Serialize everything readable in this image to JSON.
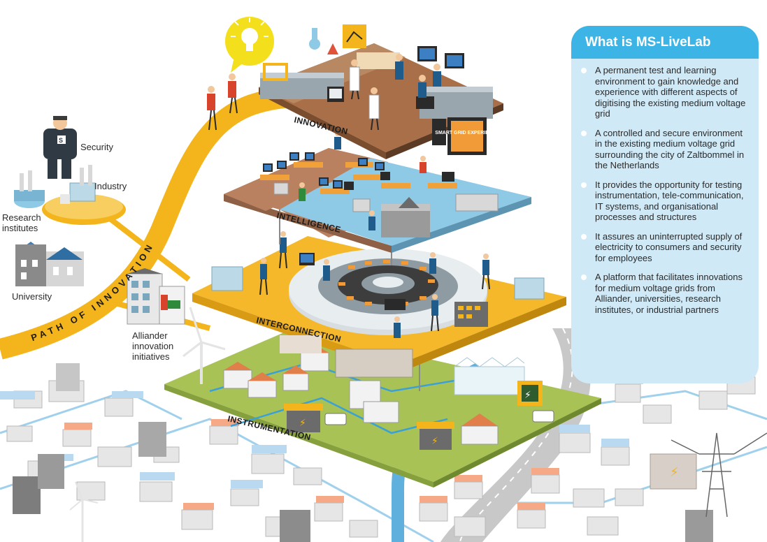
{
  "info_panel": {
    "title": "What is MS-LiveLab",
    "items": [
      "A permanent test and learning environment to gain knowledge and experience with different aspects of digitising the existing medium voltage grid",
      "A controlled and secure environment in the existing medium voltage grid surrounding the city of Zaltbommel in the Netherlands",
      "It provides the opportunity for testing instrumentation, tele-communication, IT systems, and organisational processes and structures",
      "It assures an uninterrupted supply of electricity to consumers and security for employees",
      "A platform that facilitates innovations for medium voltage grids from Alliander, universities, research institutes, or industrial partners"
    ]
  },
  "layers": {
    "innovation": "INNOVATION",
    "intelligence": "INTELLIGENCE",
    "interconnection": "INTERCONNECTION",
    "instrumentation": "INSTRUMENTATION"
  },
  "path_label": "PATH OF INNOVATION",
  "screen_text": "SMART GRID EXPERIENCE",
  "stakeholders": {
    "security": "Security",
    "industry": "Industry",
    "research": "Research institutes",
    "university": "University",
    "alliander": "Alliander innovation initiatives"
  },
  "colors": {
    "path_yellow": "#f3b51b",
    "interconnection_yellow": "#f5b82a",
    "instrumentation_green": "#a8c256",
    "intelligence_blue": "#8ec9e6",
    "intelligence_brown": "#b98160",
    "innovation_brown": "#a86f49",
    "panel_blue": "#3cb4e5",
    "panel_bg": "#cfe9f7"
  }
}
